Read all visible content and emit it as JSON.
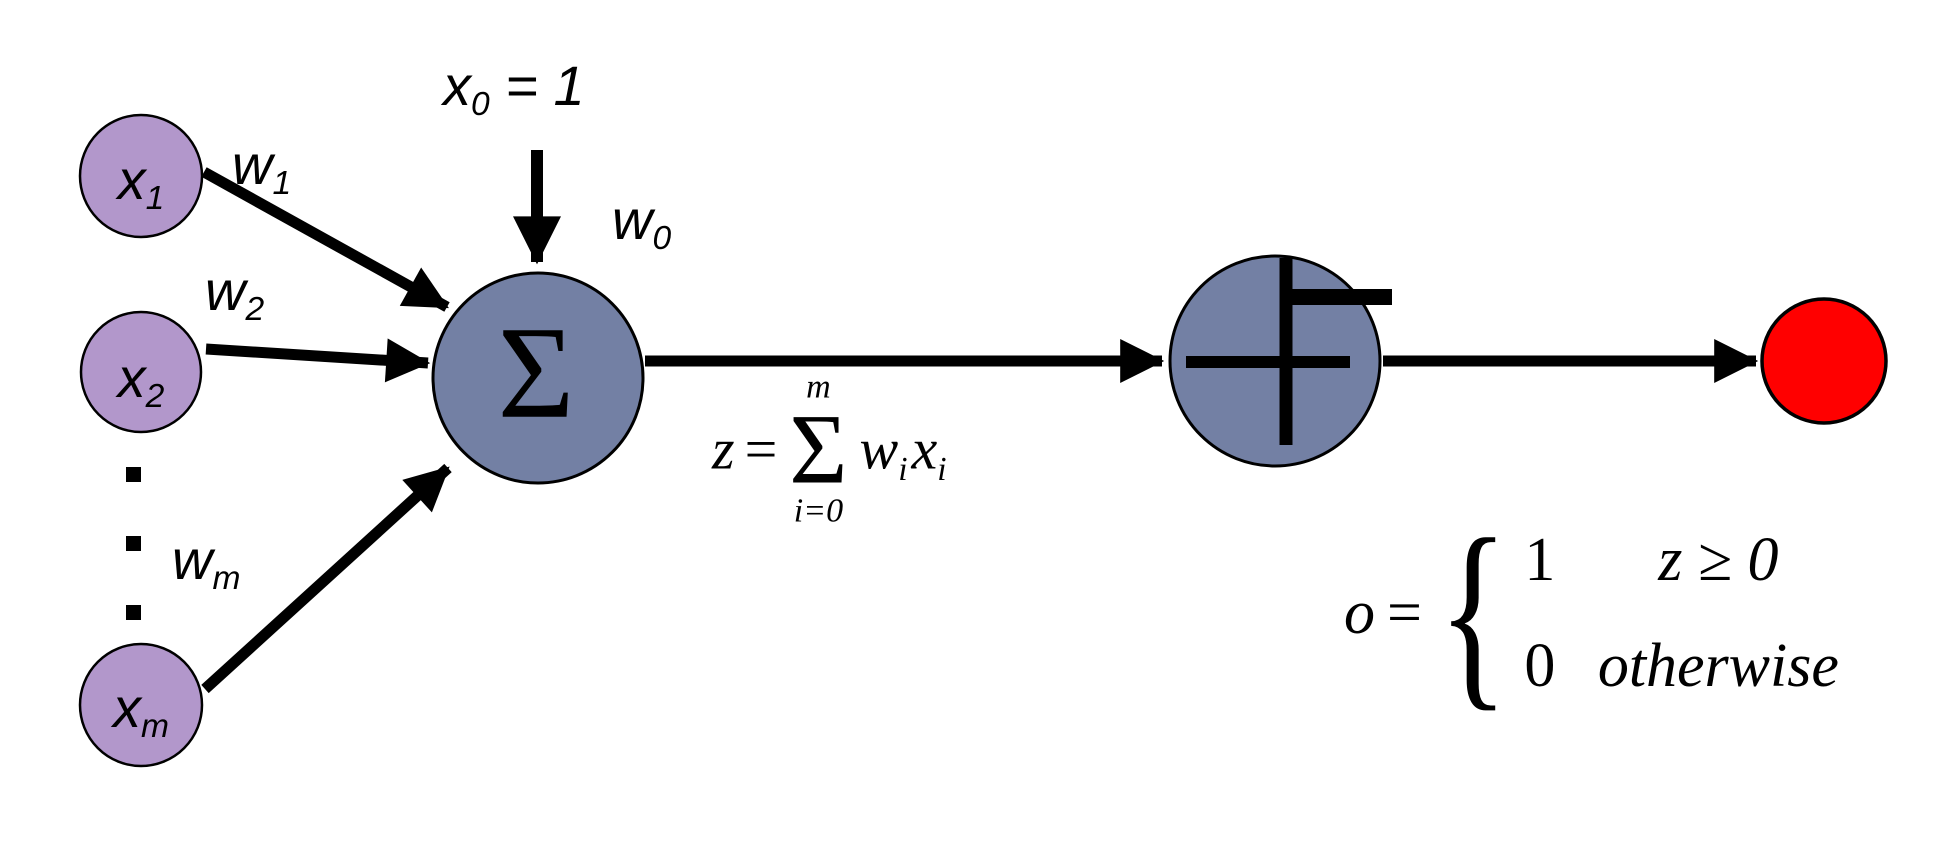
{
  "colors": {
    "background": "#FFFFFF",
    "input_node_fill": "#B297CB",
    "neuron_fill": "#7380A4",
    "output_node_fill": "#FF0000",
    "stroke": "#000000"
  },
  "nodes": {
    "input1": {
      "main": "x",
      "sub": "1"
    },
    "input2": {
      "main": "x",
      "sub": "2"
    },
    "inputm": {
      "main": "x",
      "sub": "m"
    },
    "bias": {
      "main": "x",
      "sub": "0",
      "rest": " = 1"
    },
    "sum": {
      "symbol": "Σ"
    }
  },
  "weights": {
    "w0": {
      "main": "w",
      "sub": "0"
    },
    "w1": {
      "main": "w",
      "sub": "1"
    },
    "w2": {
      "main": "w",
      "sub": "2"
    },
    "wm": {
      "main": "w",
      "sub": "m"
    }
  },
  "sum_formula": {
    "lhs": "z",
    "eq": "=",
    "upper_limit": "m",
    "sum_symbol": "Σ",
    "lower_limit": "i=0",
    "w": "w",
    "w_sub": "i",
    "x": "x",
    "x_sub": "i"
  },
  "output_formula": {
    "lhs": "o",
    "eq": "=",
    "brace": "{",
    "case1_value": "1",
    "case1_condition": "z ≥ 0",
    "case2_value": "0",
    "case2_condition": "otherwise"
  }
}
